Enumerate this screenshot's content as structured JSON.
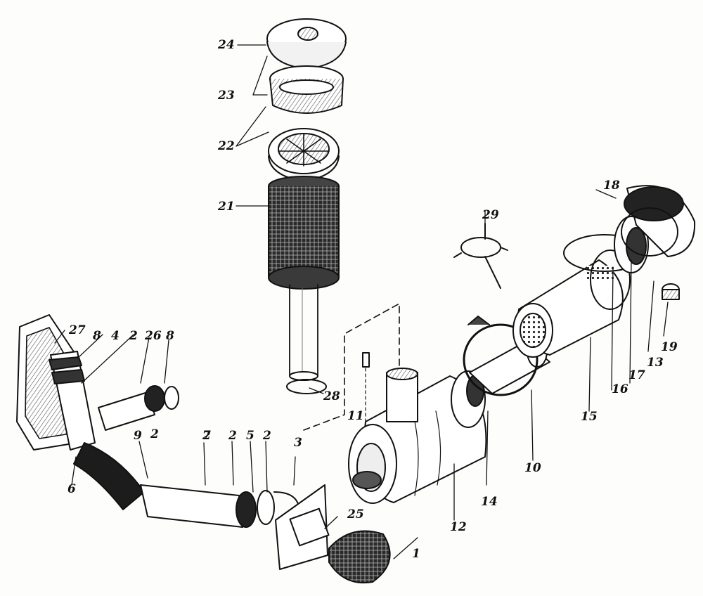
{
  "diagram": {
    "labels": [
      {
        "id": "c1",
        "text": "1"
      },
      {
        "id": "c2a",
        "text": "2"
      },
      {
        "id": "c2b",
        "text": "2"
      },
      {
        "id": "c2c",
        "text": "2"
      },
      {
        "id": "c2d",
        "text": "2"
      },
      {
        "id": "c2e",
        "text": "2"
      },
      {
        "id": "c3",
        "text": "3"
      },
      {
        "id": "c4",
        "text": "4"
      },
      {
        "id": "c5",
        "text": "5"
      },
      {
        "id": "c6",
        "text": "6"
      },
      {
        "id": "c7",
        "text": "7"
      },
      {
        "id": "c8a",
        "text": "8"
      },
      {
        "id": "c8b",
        "text": "8"
      },
      {
        "id": "c9",
        "text": "9"
      },
      {
        "id": "c10",
        "text": "10"
      },
      {
        "id": "c11",
        "text": "11"
      },
      {
        "id": "c12",
        "text": "12"
      },
      {
        "id": "c13",
        "text": "13"
      },
      {
        "id": "c14",
        "text": "14"
      },
      {
        "id": "c15",
        "text": "15"
      },
      {
        "id": "c16",
        "text": "16"
      },
      {
        "id": "c17",
        "text": "17"
      },
      {
        "id": "c18",
        "text": "18"
      },
      {
        "id": "c19",
        "text": "19"
      },
      {
        "id": "c21",
        "text": "21"
      },
      {
        "id": "c22",
        "text": "22"
      },
      {
        "id": "c23",
        "text": "23"
      },
      {
        "id": "c24",
        "text": "24"
      },
      {
        "id": "c25",
        "text": "25"
      },
      {
        "id": "c26",
        "text": "26"
      },
      {
        "id": "c27",
        "text": "27"
      },
      {
        "id": "c28",
        "text": "28"
      },
      {
        "id": "c29",
        "text": "29"
      }
    ]
  }
}
